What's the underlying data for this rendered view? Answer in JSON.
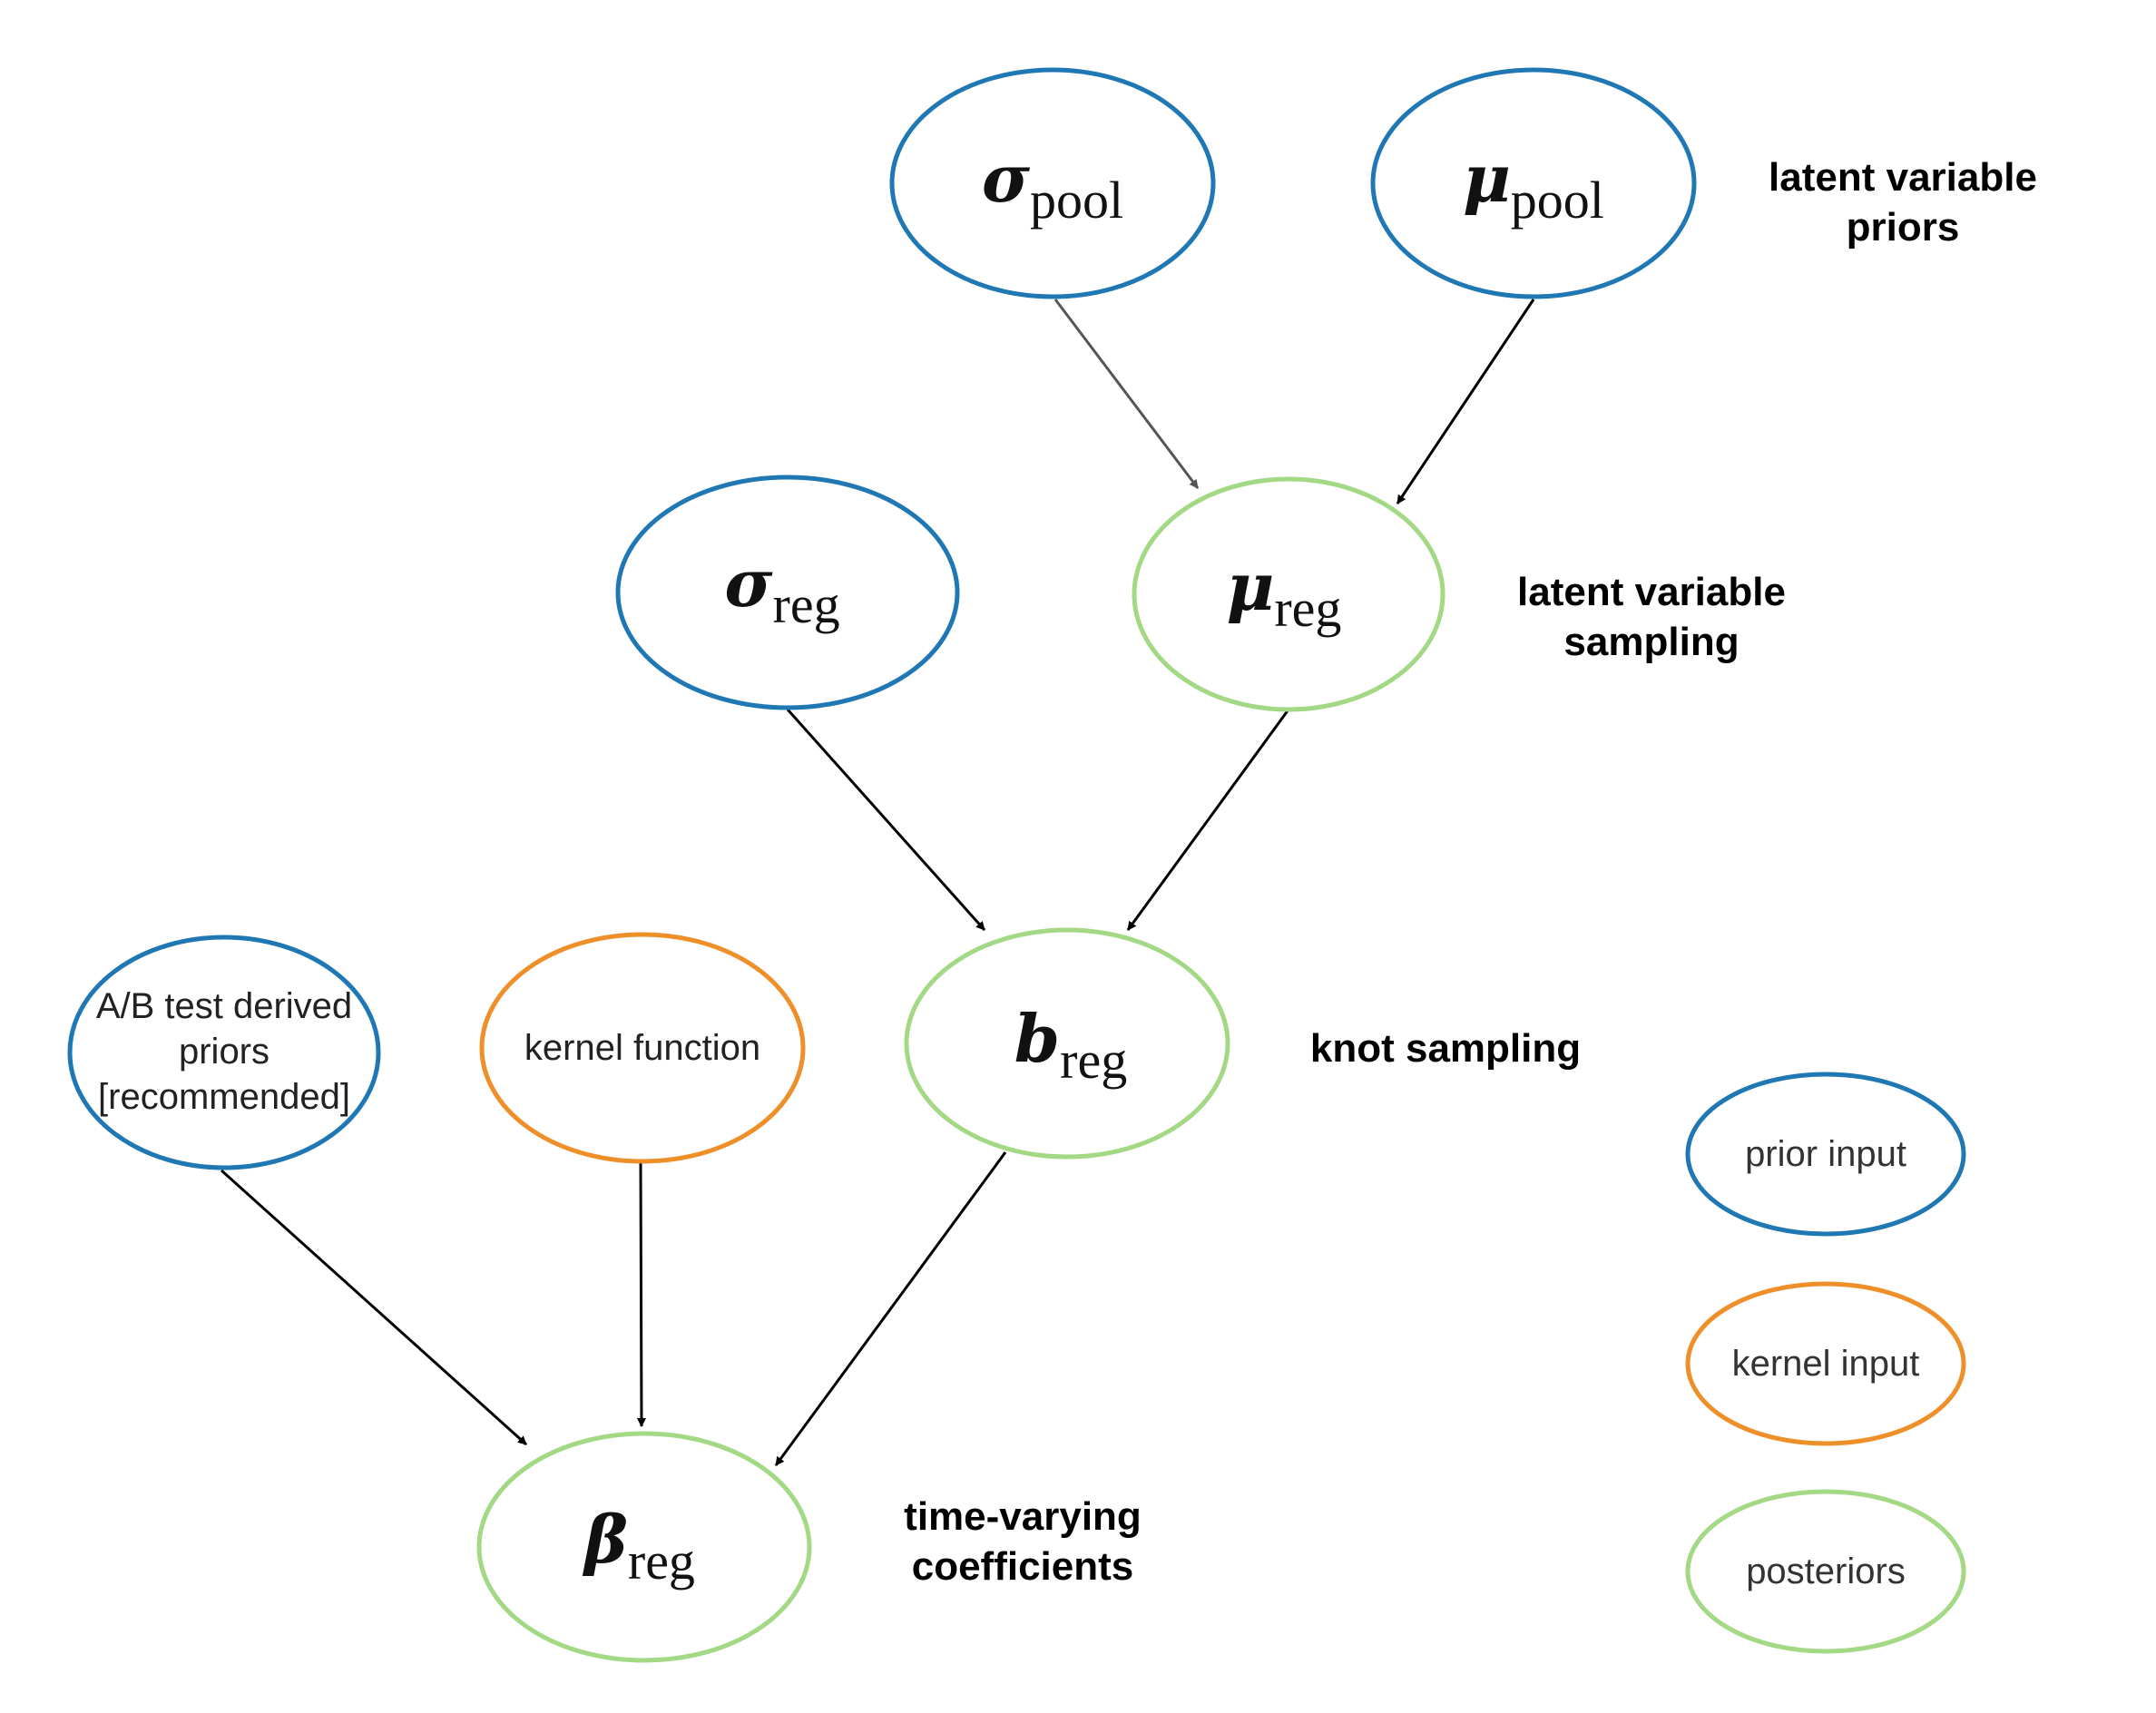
{
  "colors": {
    "prior": "#1f77b4",
    "kernel": "#ef8f2a",
    "posterior": "#a3d884",
    "edge": "#000000",
    "edge_muted": "#555555"
  },
  "nodes": {
    "sigma_pool": {
      "symbol": "σ",
      "subscript": "pool"
    },
    "mu_pool": {
      "symbol": "μ",
      "subscript": "pool"
    },
    "sigma_reg": {
      "symbol": "σ",
      "subscript": "reg"
    },
    "mu_reg": {
      "symbol": "μ",
      "subscript": "reg"
    },
    "b_reg": {
      "symbol": "b",
      "subscript": "reg"
    },
    "beta_reg": {
      "symbol": "β",
      "subscript": "reg"
    },
    "ab_priors": {
      "lines": [
        "A/B test derived",
        "priors",
        "[recommended]"
      ]
    },
    "kernel_function": {
      "label": "kernel function"
    }
  },
  "stage_labels": {
    "priors": [
      "latent variable",
      "priors"
    ],
    "sampling": [
      "latent variable",
      "sampling"
    ],
    "knot": [
      "knot sampling"
    ],
    "coefficients": [
      "time-varying",
      "coefficients"
    ]
  },
  "legend": {
    "prior": "prior input",
    "kernel": "kernel input",
    "posterior": "posteriors"
  },
  "edges": [
    {
      "from": "sigma_pool",
      "to": "mu_reg"
    },
    {
      "from": "mu_pool",
      "to": "mu_reg"
    },
    {
      "from": "sigma_reg",
      "to": "b_reg"
    },
    {
      "from": "mu_reg",
      "to": "b_reg"
    },
    {
      "from": "ab_priors",
      "to": "beta_reg"
    },
    {
      "from": "kernel_function",
      "to": "beta_reg"
    },
    {
      "from": "b_reg",
      "to": "beta_reg"
    }
  ]
}
